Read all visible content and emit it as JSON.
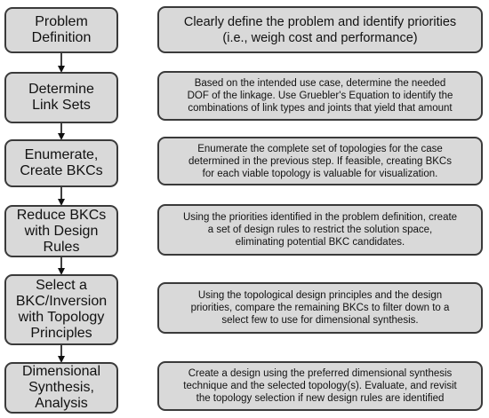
{
  "steps": [
    {
      "title": "Problem\nDefinition",
      "description": "Clearly define the problem and identify priorities\n(i.e., weigh cost and performance)"
    },
    {
      "title": "Determine\nLink Sets",
      "description": "Based on the intended use case, determine the needed\nDOF of the linkage. Use Gruebler's Equation to identify the\ncombinations of link types and joints that yield that amount"
    },
    {
      "title": "Enumerate,\nCreate BKCs",
      "description": "Enumerate the complete set of topologies for the case\ndetermined in the previous step. If feasible, creating BKCs\nfor each viable topology is valuable for visualization."
    },
    {
      "title": "Reduce BKCs\nwith Design\nRules",
      "description": "Using the priorities identified in the problem definition, create\na set of design rules to restrict the solution space,\neliminating potential BKC candidates."
    },
    {
      "title": "Select a\nBKC/Inversion\nwith Topology\nPrinciples",
      "description": "Using the topological design principles and the design\npriorities, compare the remaining BKCs to filter down to a\nselect few to use for dimensional synthesis."
    },
    {
      "title": "Dimensional\nSynthesis,\nAnalysis",
      "description": "Create a design using the preferred dimensional synthesis\ntechnique and the selected topology(s). Evaluate, and revisit\nthe topology selection if new design rules are identified"
    }
  ]
}
